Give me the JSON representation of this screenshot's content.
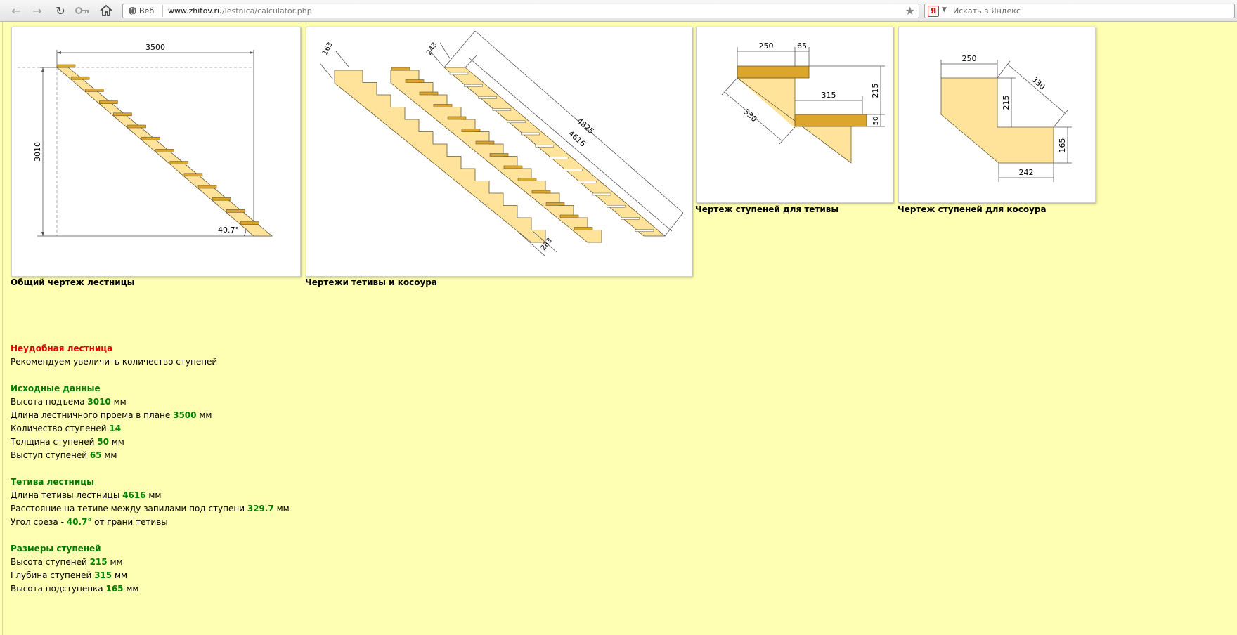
{
  "browser": {
    "web_label": "Веб",
    "url_host": "www.zhitov.ru",
    "url_path": "/lestnica/calculator.php",
    "search_placeholder": "Искать в Яндекс",
    "search_logo": "Я",
    "icons": [
      "back-icon",
      "forward-icon",
      "reload-icon",
      "key-icon",
      "home-icon",
      "globe-icon",
      "star-icon"
    ]
  },
  "drawings": {
    "general": {
      "caption": "Общий чертеж лестницы",
      "dim_length": "3500",
      "dim_height": "3010",
      "angle": "40.7°"
    },
    "stringer": {
      "caption": "Чертежи тетивы и косоура",
      "dim_163": "163",
      "dim_243": "243",
      "dim_4825": "4825",
      "dim_4616": "4616",
      "dim_283": "283"
    },
    "tread_stringer": {
      "caption": "Чертеж ступеней для тетивы",
      "dim_250": "250",
      "dim_65": "65",
      "dim_215": "215",
      "dim_315": "315",
      "dim_50": "50",
      "dim_330": "330"
    },
    "tread_kosour": {
      "caption": "Чертеж ступеней для косоура",
      "dim_250": "250",
      "dim_330": "330",
      "dim_215": "215",
      "dim_165": "165",
      "dim_242": "242"
    }
  },
  "colors": {
    "page_bg": "#ffffb3",
    "wood_light": "#ffe39a",
    "wood_dark": "#dca52c",
    "warning": "#e00000",
    "value_green": "#008000"
  },
  "report": {
    "warning_title": "Неудобная лестница",
    "warning_text": "Рекомендуем увеличить количество ступеней",
    "input": {
      "title": "Исходные данные",
      "rows": [
        {
          "label": "Высота подъема ",
          "value": "3010",
          "unit": " мм"
        },
        {
          "label": "Длина лестничного проема в плане ",
          "value": "3500",
          "unit": " мм"
        },
        {
          "label": "Количество ступеней ",
          "value": "14",
          "unit": ""
        },
        {
          "label": "Толщина ступеней ",
          "value": "50",
          "unit": " мм"
        },
        {
          "label": "Выступ ступеней ",
          "value": "65",
          "unit": " мм"
        }
      ]
    },
    "stringer": {
      "title": "Тетива лестницы",
      "rows": [
        {
          "label": "Длина тетивы лестницы ",
          "value": "4616",
          "unit": " мм"
        },
        {
          "label": "Расстояние на тетиве между запилами под ступени ",
          "value": "329.7",
          "unit": " мм"
        },
        {
          "label": "Угол среза - ",
          "value": "40.7°",
          "unit": " от грани тетивы"
        }
      ]
    },
    "steps": {
      "title": "Размеры ступеней",
      "rows": [
        {
          "label": "Высота ступеней ",
          "value": "215",
          "unit": " мм"
        },
        {
          "label": "Глубина ступеней ",
          "value": "315",
          "unit": " мм"
        },
        {
          "label": "Высота подступенка ",
          "value": "165",
          "unit": " мм"
        }
      ]
    }
  }
}
